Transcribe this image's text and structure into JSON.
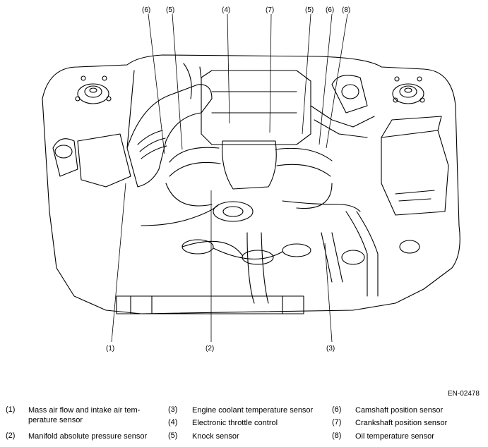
{
  "figure": {
    "ref_code": "EN-02478",
    "callouts": {
      "top_6_left": "(6)",
      "top_5_left": "(5)",
      "top_4": "(4)",
      "top_7": "(7)",
      "top_5_right": "(5)",
      "top_6_right": "(6)",
      "top_8": "(8)",
      "bottom_1": "(1)",
      "bottom_2": "(2)",
      "bottom_3": "(3)"
    }
  },
  "legend": [
    {
      "num": "(1)",
      "text": "Mass air flow and intake air tem-"
    },
    {
      "num": "",
      "text": "perature sensor"
    },
    {
      "num": "(2)",
      "text": "Manifold absolute pressure sensor"
    },
    {
      "num": "(3)",
      "text": "Engine coolant temperature sensor"
    },
    {
      "num": "(4)",
      "text": "Electronic throttle control"
    },
    {
      "num": "(5)",
      "text": "Knock sensor"
    },
    {
      "num": "(6)",
      "text": "Camshaft position sensor"
    },
    {
      "num": "(7)",
      "text": "Crankshaft position sensor"
    },
    {
      "num": "(8)",
      "text": "Oil temperature sensor"
    }
  ]
}
